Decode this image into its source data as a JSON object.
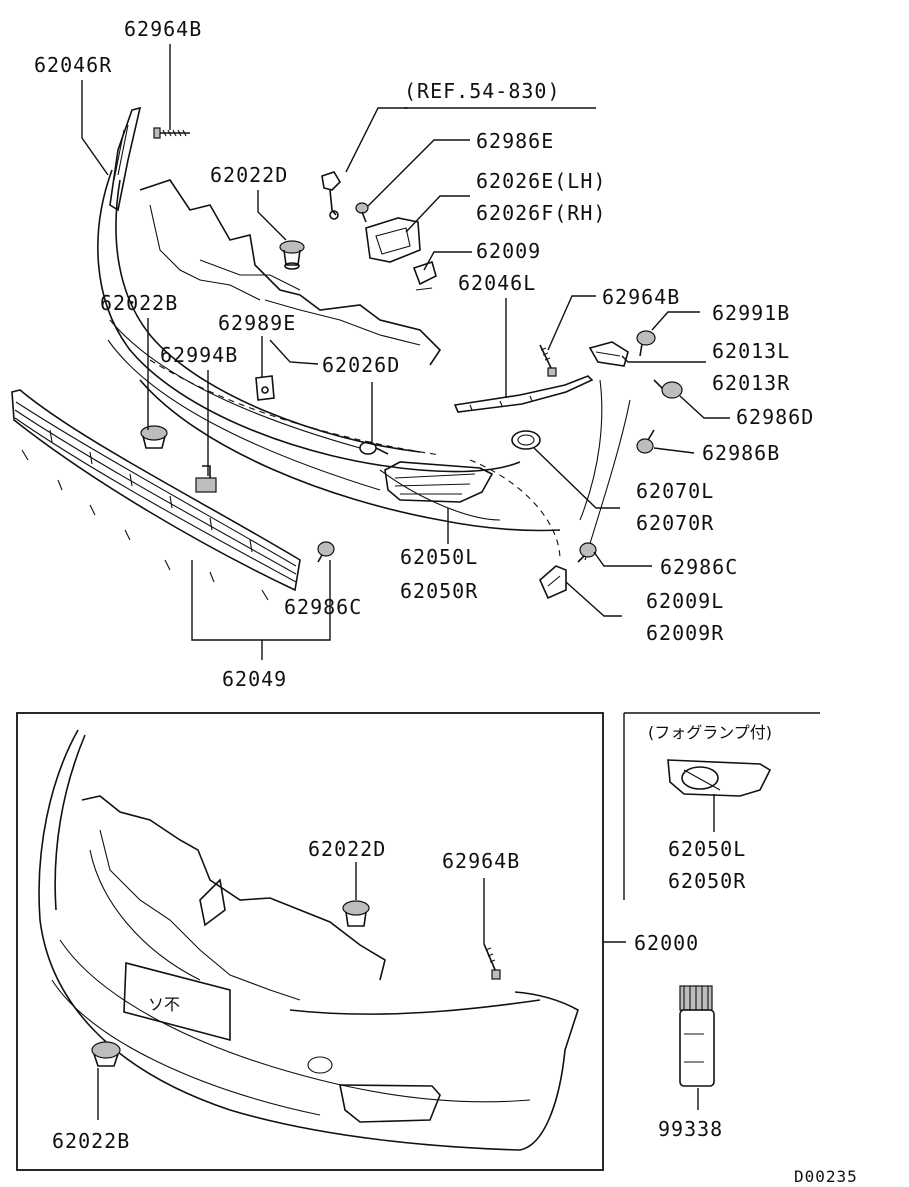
{
  "labels": {
    "p62964B_top": "62964B",
    "p62046R": "62046R",
    "ref": "(REF.54-830)",
    "p62986E": "62986E",
    "p62026E": "62026E(LH)",
    "p62026F": "62026F(RH)",
    "p62022D_top": "62022D",
    "p62009": "62009",
    "p62046L": "62046L",
    "p62964B_mid": "62964B",
    "p62991B": "62991B",
    "p62022B_top": "62022B",
    "p62989E": "62989E",
    "p62013L": "62013L",
    "p62013R": "62013R",
    "p62994B": "62994B",
    "p62026D": "62026D",
    "p62986D": "62986D",
    "p62986B": "62986B",
    "p62070L": "62070L",
    "p62070R": "62070R",
    "p62050L_top": "62050L",
    "p62050R_top": "62050R",
    "p62986C_right": "62986C",
    "p62986C_left": "62986C",
    "p62009L": "62009L",
    "p62009R": "62009R",
    "p62049": "62049",
    "fog_note": "(フォグランプ付)",
    "p62050L_fog": "62050L",
    "p62050R_fog": "62050R",
    "p62022D_bottom": "62022D",
    "p62964B_bottom": "62964B",
    "p62000": "62000",
    "p62022B_bottom": "62022B",
    "p99338": "99338",
    "diagram_code": "D00235",
    "plate_text": "ソ不"
  }
}
